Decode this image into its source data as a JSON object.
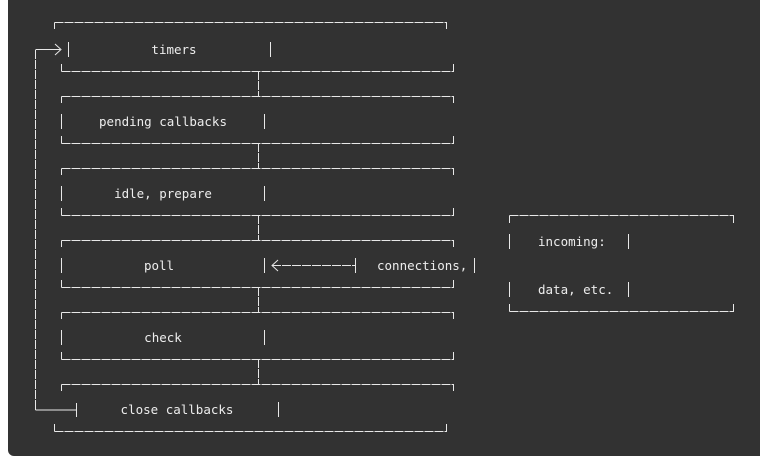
{
  "phases": [
    {
      "id": "timers",
      "label": "timers"
    },
    {
      "id": "pending-callbacks",
      "label": "pending callbacks"
    },
    {
      "id": "idle-prepare",
      "label": "idle, prepare"
    },
    {
      "id": "poll",
      "label": "poll"
    },
    {
      "id": "check",
      "label": "check"
    },
    {
      "id": "close-callbacks",
      "label": "close callbacks"
    }
  ],
  "incoming_box": {
    "lines": [
      "incoming:",
      "connections,",
      "data, etc."
    ]
  },
  "colors": {
    "panel_background": "#323232",
    "line": "#e8e8e8",
    "text": "#ededed"
  }
}
